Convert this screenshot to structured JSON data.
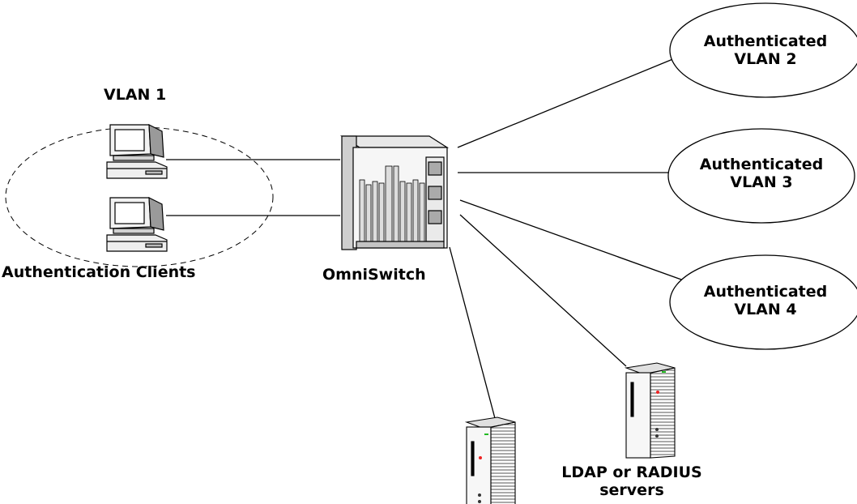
{
  "labels": {
    "vlan1": "VLAN 1",
    "clients": "Authentication Clients",
    "switch": "OmniSwitch",
    "servers_line1": "LDAP or RADIUS",
    "servers_line2": "servers"
  },
  "vlans": [
    {
      "line1": "Authenticated",
      "line2": "VLAN 2"
    },
    {
      "line1": "Authenticated",
      "line2": "VLAN 3"
    },
    {
      "line1": "Authenticated",
      "line2": "VLAN 4"
    }
  ]
}
